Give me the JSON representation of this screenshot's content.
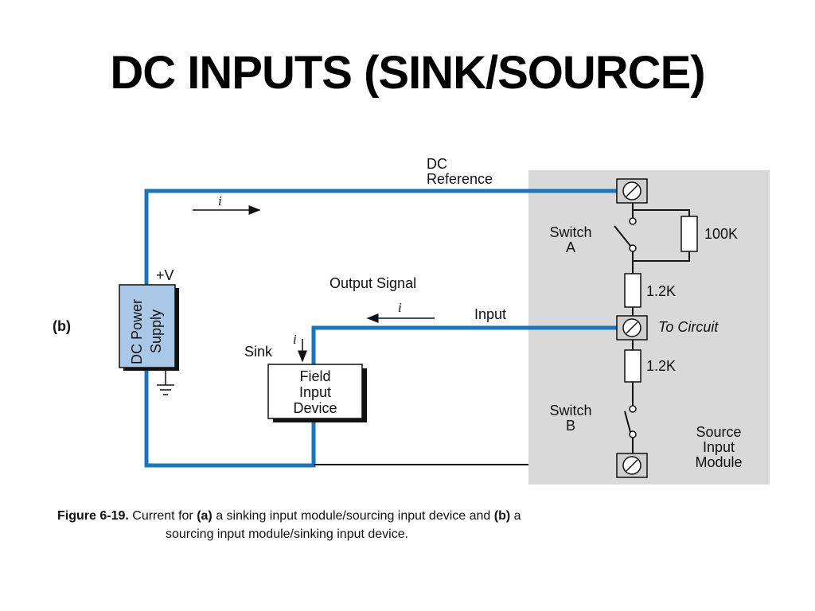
{
  "slide": {
    "title": "DC INPUTS (SINK/SOURCE)"
  },
  "diagram": {
    "part_label": "(b)",
    "dc_reference": [
      "DC",
      "Reference"
    ],
    "plus_v": "+V",
    "power_supply": [
      "DC Power",
      "Supply"
    ],
    "current_symbol": "i",
    "output_signal": "Output Signal",
    "input": "Input",
    "sink": "Sink",
    "field_device": [
      "Field",
      "Input",
      "Device"
    ],
    "switch_a": [
      "Switch",
      "A"
    ],
    "switch_b": [
      "Switch",
      "B"
    ],
    "r_100k": "100K",
    "r_top": "1.2K",
    "r_bottom": "1.2K",
    "to_circuit": "To Circuit",
    "module": [
      "Source",
      "Input",
      "Module"
    ]
  },
  "caption": {
    "figure": "Figure 6-19.",
    "text_a": "Current for",
    "a": "(a)",
    "text_mid": "a sinking input module/sourcing input device and",
    "b": "(b)",
    "text_end": "a",
    "line2": "sourcing input module/sinking input device."
  },
  "colors": {
    "wire_blue": "#1b75bb",
    "supply_fill": "#a9c8e8",
    "module_bg": "#d9d9d9"
  }
}
